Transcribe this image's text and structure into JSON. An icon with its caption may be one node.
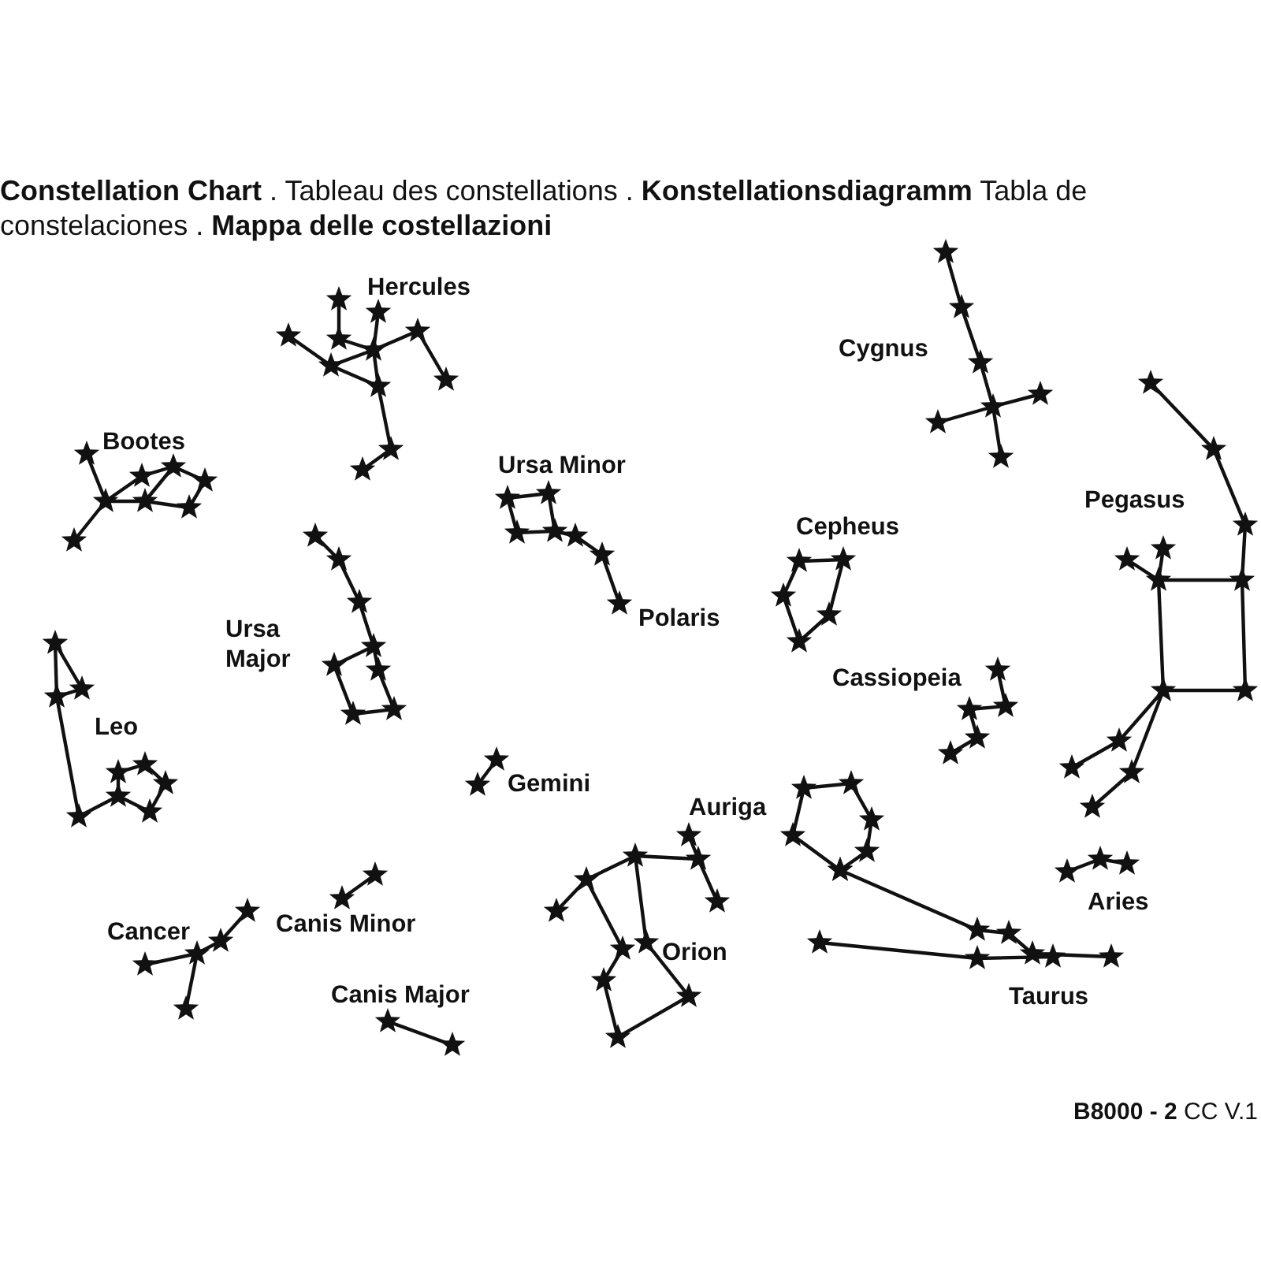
{
  "diagram": {
    "title": "**Constellation Chart** . Tableau des constellations . **Konstellationsdiagramm** Tabla de constelaciones . **Mappa delle costellazioni**",
    "labels": [
      "Hercules",
      "Cygnus",
      "Bootes",
      "Ursa Minor",
      "Pegasus",
      "Cepheus",
      "Polaris",
      "Ursa Major",
      "Cassiopeia",
      "Leo",
      "Gemini",
      "Auriga",
      "Aries",
      "Cancer",
      "Canis Minor",
      "Orion",
      "Taurus",
      "Canis Major",
      "**B8000 - 2** CC V.1"
    ]
  }
}
